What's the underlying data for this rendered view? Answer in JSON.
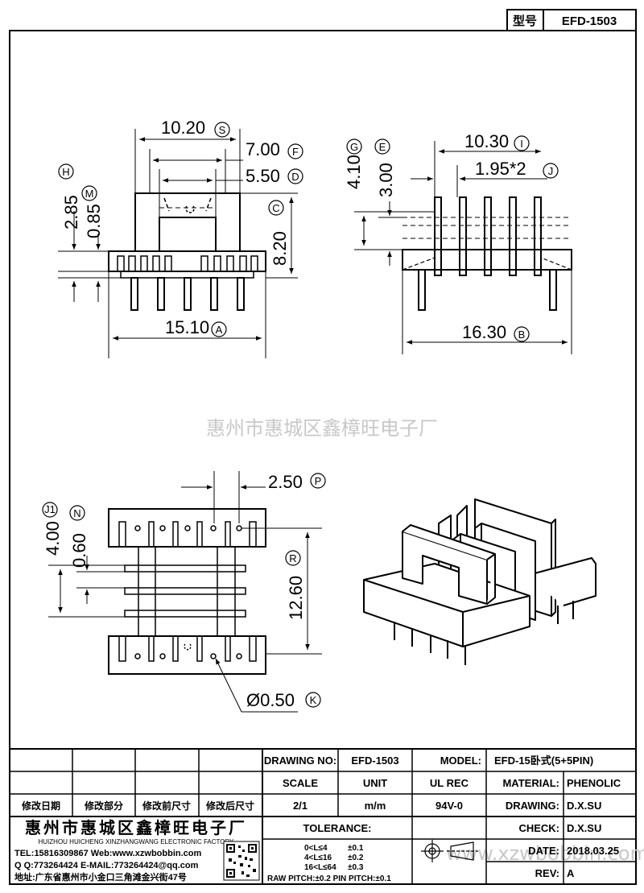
{
  "header": {
    "type_label": "型号",
    "model": "EFD-1503"
  },
  "watermark": {
    "company": "惠州市惠城区鑫樟旺电子厂",
    "url": "www.xzwbobbin.com"
  },
  "dimensions": {
    "a": {
      "value": "15.10",
      "letter": "A"
    },
    "b": {
      "value": "16.30",
      "letter": "B"
    },
    "c": {
      "value": "8.20",
      "letter": "C"
    },
    "d": {
      "value": "5.50",
      "letter": "D"
    },
    "e": {
      "value": "3.00",
      "letter": "E"
    },
    "f": {
      "value": "7.00",
      "letter": "F"
    },
    "g": {
      "value": "4.10",
      "letter": "G"
    },
    "h": {
      "value": "2.85",
      "letter": "H"
    },
    "i": {
      "value": "10.30",
      "letter": "I"
    },
    "j": {
      "value": "1.95*2",
      "letter": "J"
    },
    "j1": {
      "value": "4.00",
      "letter": "J1"
    },
    "k": {
      "value": "Ø0.50",
      "letter": "K"
    },
    "m": {
      "value": "0.85",
      "letter": "M"
    },
    "n": {
      "value": "0.60",
      "letter": "N"
    },
    "p": {
      "value": "2.50",
      "letter": "P"
    },
    "r": {
      "value": "12.60",
      "letter": "R"
    },
    "s": {
      "value": "10.20",
      "letter": "S"
    }
  },
  "title_block": {
    "revision_headers": [
      "修改日期",
      "修改部分",
      "修改前尺寸",
      "修改后尺寸"
    ],
    "company_cn": "惠州市惠城区鑫樟旺电子厂",
    "company_en": "HUIZHOU HUICHENG XINZHANGWANG ELECTRONIC FACTORY",
    "contact_line1": "TEL:15816309867 Web:www.xzwbobbin.com",
    "contact_line2": "Q Q:773264424 E-MAIL:773264424@qq.com",
    "address": "地址:广东省惠州市小金口三角滩金兴街47号",
    "drawing_no_label": "DRAWING NO:",
    "drawing_no": "EFD-1503",
    "model_label": "MODEL:",
    "model": "EFD-15卧式(5+5PIN)",
    "scale_label": "SCALE",
    "unit_label": "UNIT",
    "ul_rec_label": "UL REC",
    "material_label": "MATERIAL:",
    "material": "PHENOLIC",
    "scale": "2/1",
    "unit": "m/m",
    "ul_rec": "94V-0",
    "drawing_label": "DRAWING:",
    "drawing_by": "D.X.SU",
    "check_label": "CHECK:",
    "check_by": "D.X.SU",
    "tolerance_label": "TOLERANCE:",
    "tolerances": [
      {
        "range": "0<L≤4",
        "value": "±0.1"
      },
      {
        "range": "4<L≤16",
        "value": "±0.2"
      },
      {
        "range": "16<L≤64",
        "value": "±0.3"
      }
    ],
    "pitch_line": "RAW PITCH:±0.2 PIN PITCH:±0.1",
    "date_label": "DATE:",
    "date": "2018.03.25",
    "rev_label": "REV:",
    "rev": "A"
  }
}
